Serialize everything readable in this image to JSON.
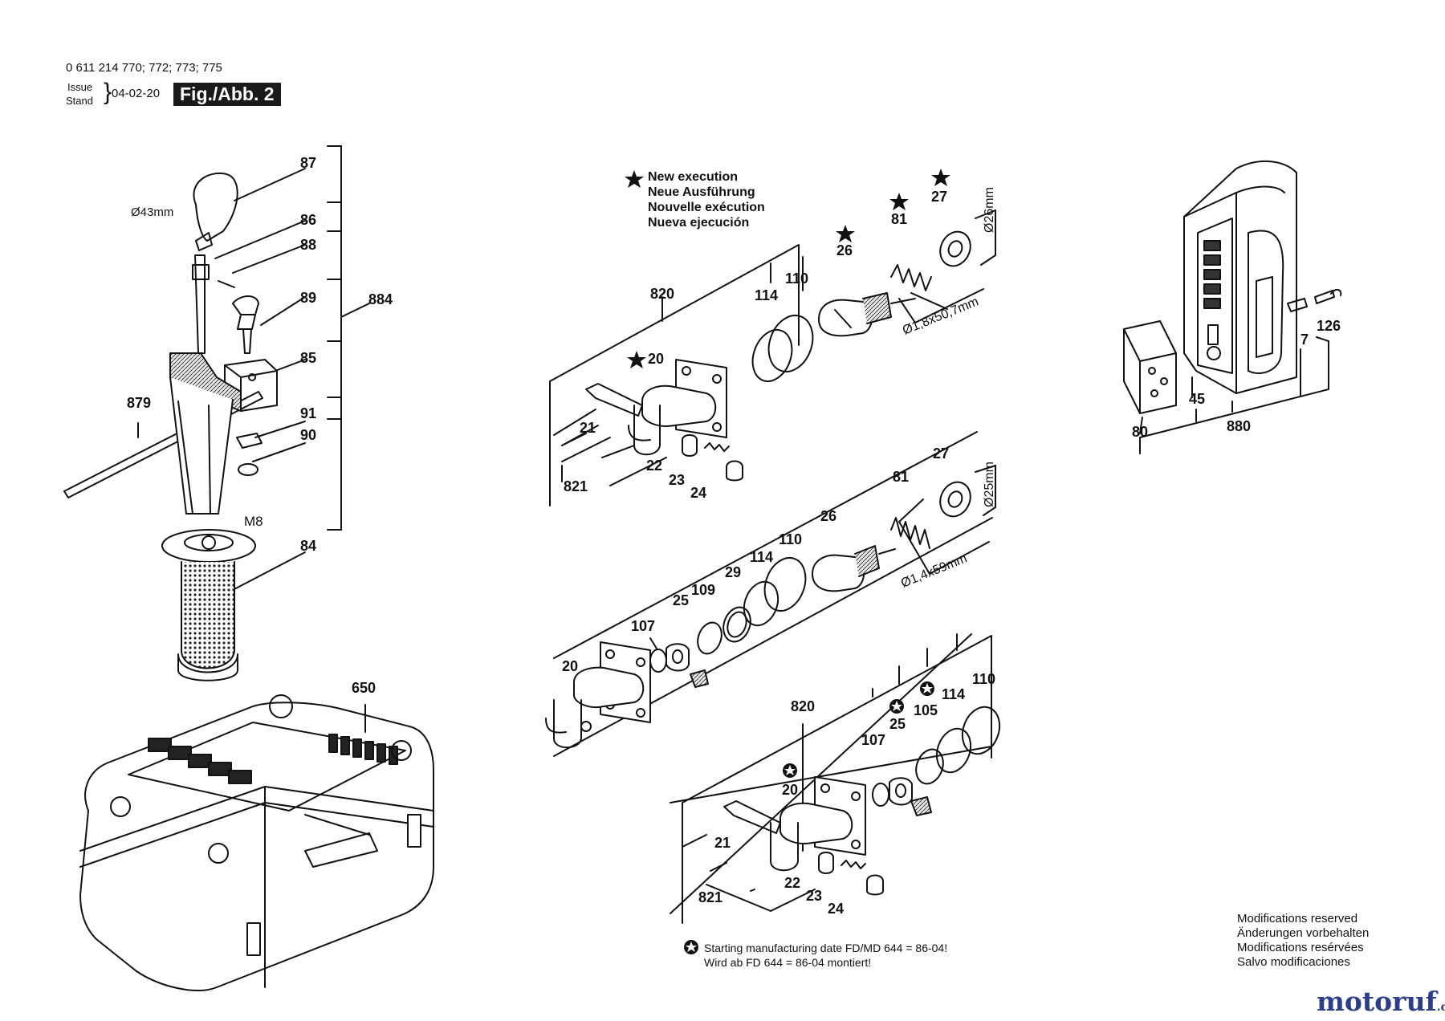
{
  "header": {
    "part_number": "0 611 214 770; 772; 773; 775",
    "issue": "Issue",
    "stand": "Stand",
    "date": "04-02-20",
    "figure": "Fig./Abb. 2"
  },
  "legend_star": {
    "en": "New execution",
    "de": "Neue Ausführung",
    "fr": "Nouvelle exécution",
    "es": "Nueva ejecución"
  },
  "note_circle": {
    "line1": "Starting manufacturing date FD/MD 644 = 86-04!",
    "line2": "Wird ab FD 644 = 86-04 montiert!"
  },
  "modifications": {
    "en": "Modifications reserved",
    "de": "Änderungen vorbehalten",
    "fr": "Modifications resérvées",
    "es": "Salvo modificaciones"
  },
  "dimensions": {
    "d43": "Ø43mm",
    "m8": "M8",
    "d26": "Ø26mm",
    "d25": "Ø25mm",
    "spring1": "Ø1,8x50,7mm",
    "spring2": "Ø1,4x59mm"
  },
  "parts": {
    "p87": "87",
    "p86": "86",
    "p88": "88",
    "p89": "89",
    "p884": "884",
    "p85": "85",
    "p879": "879",
    "p91": "91",
    "p90": "90",
    "p84": "84",
    "p650": "650",
    "a820": "820",
    "a114": "114",
    "a110": "110",
    "a26": "26",
    "a81": "81",
    "a27": "27",
    "a20": "20",
    "a21": "21",
    "a22": "22",
    "a23": "23",
    "a24": "24",
    "a821": "821",
    "b27": "27",
    "b81": "81",
    "b26": "26",
    "b110": "110",
    "b114": "114",
    "b29": "29",
    "b109": "109",
    "b25": "25",
    "b107": "107",
    "b20": "20",
    "c820": "820",
    "c107": "107",
    "c25": "25",
    "c105": "105",
    "c114": "114",
    "c110": "110",
    "c20": "20",
    "c21": "21",
    "c22": "22",
    "c23": "23",
    "c24": "24",
    "c821": "821",
    "h126": "126",
    "h7": "7",
    "h45": "45",
    "h80": "80",
    "h880": "880"
  },
  "logo": {
    "name": "motoruf",
    "tld": ".de"
  },
  "colors": {
    "ink": "#111111",
    "gray": "#9a9a9a",
    "hatch": "#cfcfcf",
    "logo": "#2c3e8a"
  }
}
